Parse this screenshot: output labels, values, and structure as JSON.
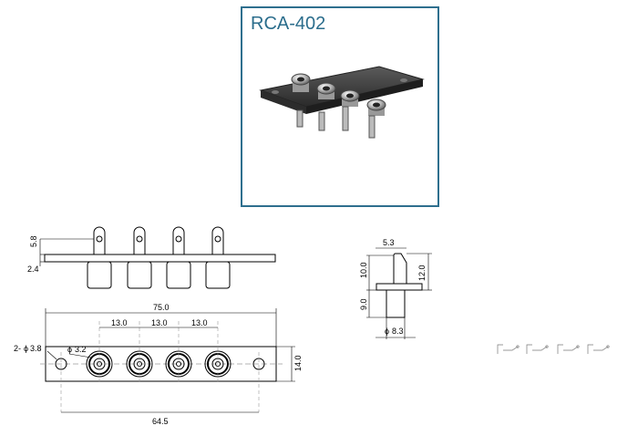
{
  "product": {
    "model": "RCA-402",
    "jack_count": 4
  },
  "colors": {
    "frame": "#2e6f8e",
    "title": "#2b6d8c",
    "line": "#000000",
    "center_line": "#9a9a9a"
  },
  "dimensions": {
    "top_view": {
      "pin_height": "5.8",
      "plate_thickness": "2.4"
    },
    "front_view": {
      "overall_length": "75.0",
      "pitch_1": "13.0",
      "pitch_2": "13.0",
      "pitch_3": "13.0",
      "mount_holes": "2-",
      "mount_hole_dia": "3.8",
      "jack_hole_dia": "3.2",
      "hole_spacing": "64.5",
      "plate_height": "14.0"
    },
    "side_view": {
      "terminal_width": "5.3",
      "terminal_height_a": "10.0",
      "terminal_height_b": "12.0",
      "barrel_length": "9.0",
      "barrel_dia": "8.3"
    },
    "phi": "ϕ"
  }
}
